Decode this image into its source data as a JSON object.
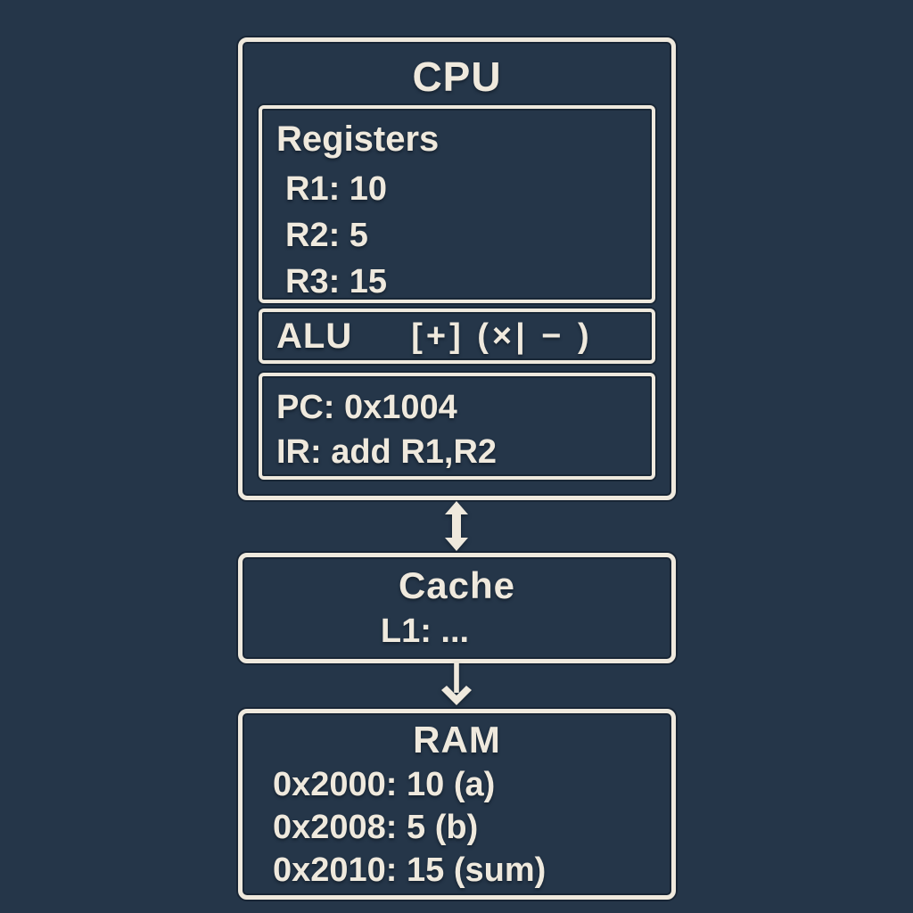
{
  "diagram": {
    "cpu": {
      "title": "CPU",
      "registers": {
        "heading": "Registers",
        "rows": [
          "R1: 10",
          "R2: 5",
          "R3: 15"
        ]
      },
      "alu": {
        "label": "ALU",
        "ops": "[+] (×| − )"
      },
      "control": {
        "pc": "PC: 0x1004",
        "ir": "IR: add R1,R2"
      }
    },
    "cache": {
      "title": "Cache",
      "l1": "L1: ..."
    },
    "ram": {
      "title": "RAM",
      "rows": [
        "0x2000: 10 (a)",
        "0x2008: 5 (b)",
        "0x2010: 15 (sum)"
      ]
    },
    "arrows": {
      "cpu_cache": "bidirectional-arrow",
      "cache_ram": "down-arrow"
    },
    "colors": {
      "background": "#253649",
      "stroke": "#efe9dd",
      "text": "#efe9dd"
    }
  }
}
